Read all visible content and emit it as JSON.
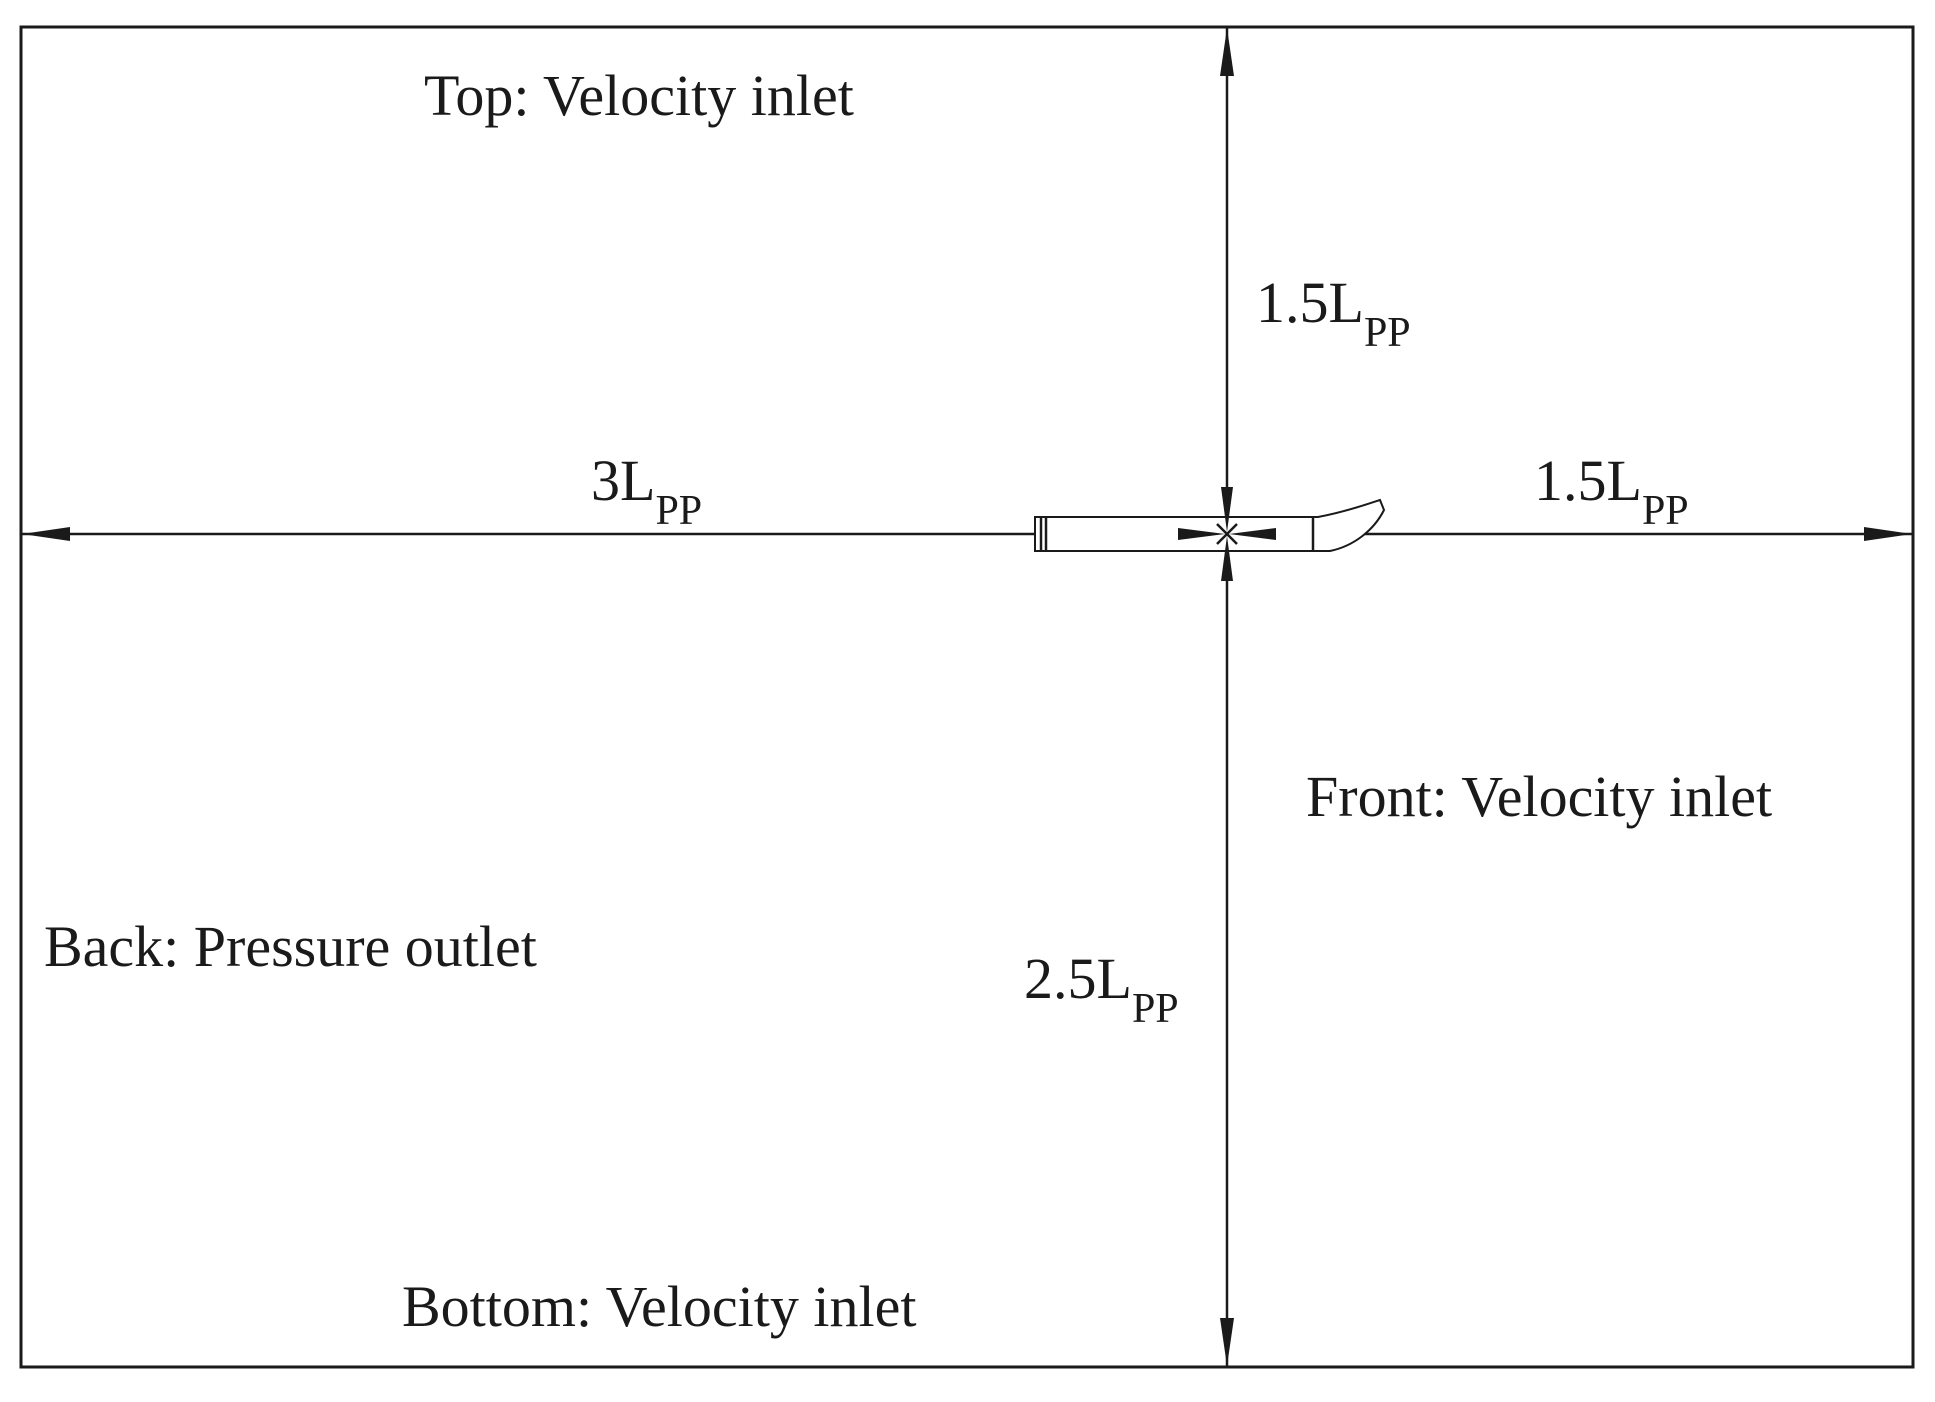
{
  "boundaries": {
    "top": "Top: Velocity inlet",
    "bottom": "Bottom: Velocity inlet",
    "front": "Front: Velocity inlet",
    "back": "Back: Pressure outlet"
  },
  "dimensions": {
    "upstream": {
      "value": "1.5L",
      "subscript": "PP"
    },
    "downstream": {
      "value": "3L",
      "subscript": "PP"
    },
    "above": {
      "value": "1.5L",
      "subscript": "PP"
    },
    "below": {
      "value": "2.5L",
      "subscript": "PP"
    }
  },
  "colors": {
    "ink": "#1a1a1a",
    "background": "#ffffff"
  }
}
